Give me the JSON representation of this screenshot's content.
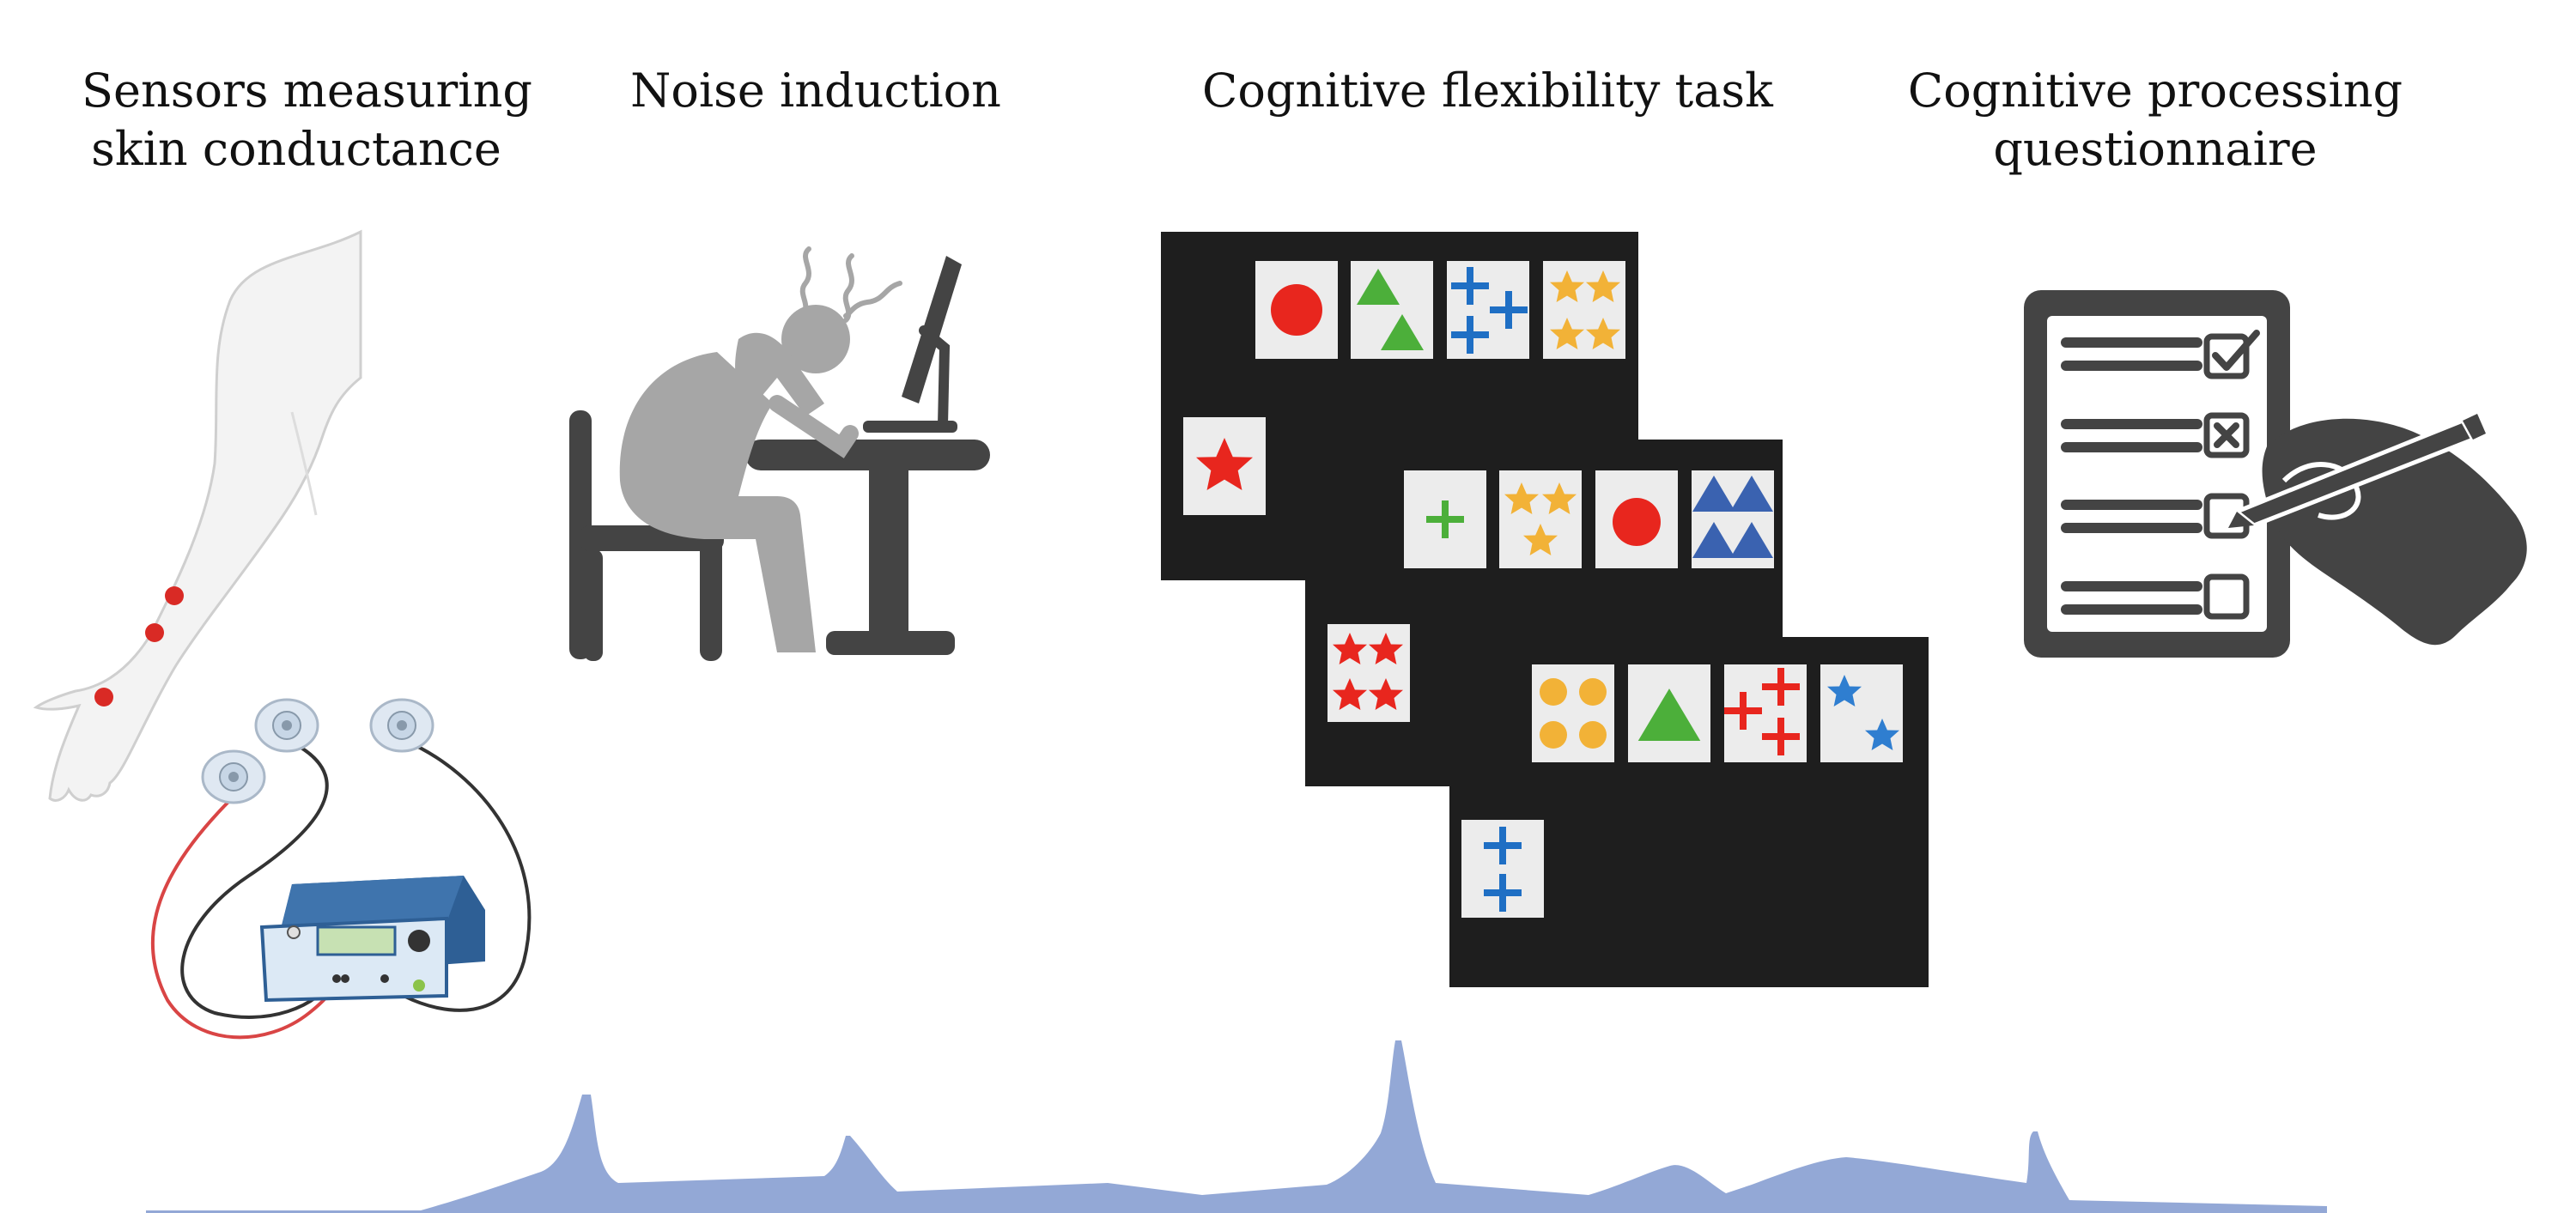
{
  "panels": [
    {
      "title_line1": "Sensors measuring",
      "title_line2": "skin conductance"
    },
    {
      "title_line1": "Noise induction",
      "title_line2": ""
    },
    {
      "title_line1": "Cognitive flexibility task",
      "title_line2": ""
    },
    {
      "title_line1": "Cognitive processing",
      "title_line2": "questionnaire"
    }
  ],
  "colors": {
    "dark_gray": "#444444",
    "mid_gray": "#a6a6a6",
    "black_screen": "#1e1e1e",
    "card": "#ececec",
    "red": "#e8261e",
    "green": "#4caf3a",
    "blue": "#1f6fc4",
    "navy_blue": "#3a62b0",
    "star_blue": "#2f7ed0",
    "yellow": "#f2b237",
    "trace": "#93a8d6",
    "device": "#2e5f95"
  },
  "icons": {
    "arm": "arm-with-electrodes-icon",
    "device": "skin-conductance-device-icon",
    "person": "stressed-person-at-computer-icon",
    "questionnaire": "checklist-clipboard-icon",
    "hand": "hand-writing-with-pen-icon"
  }
}
